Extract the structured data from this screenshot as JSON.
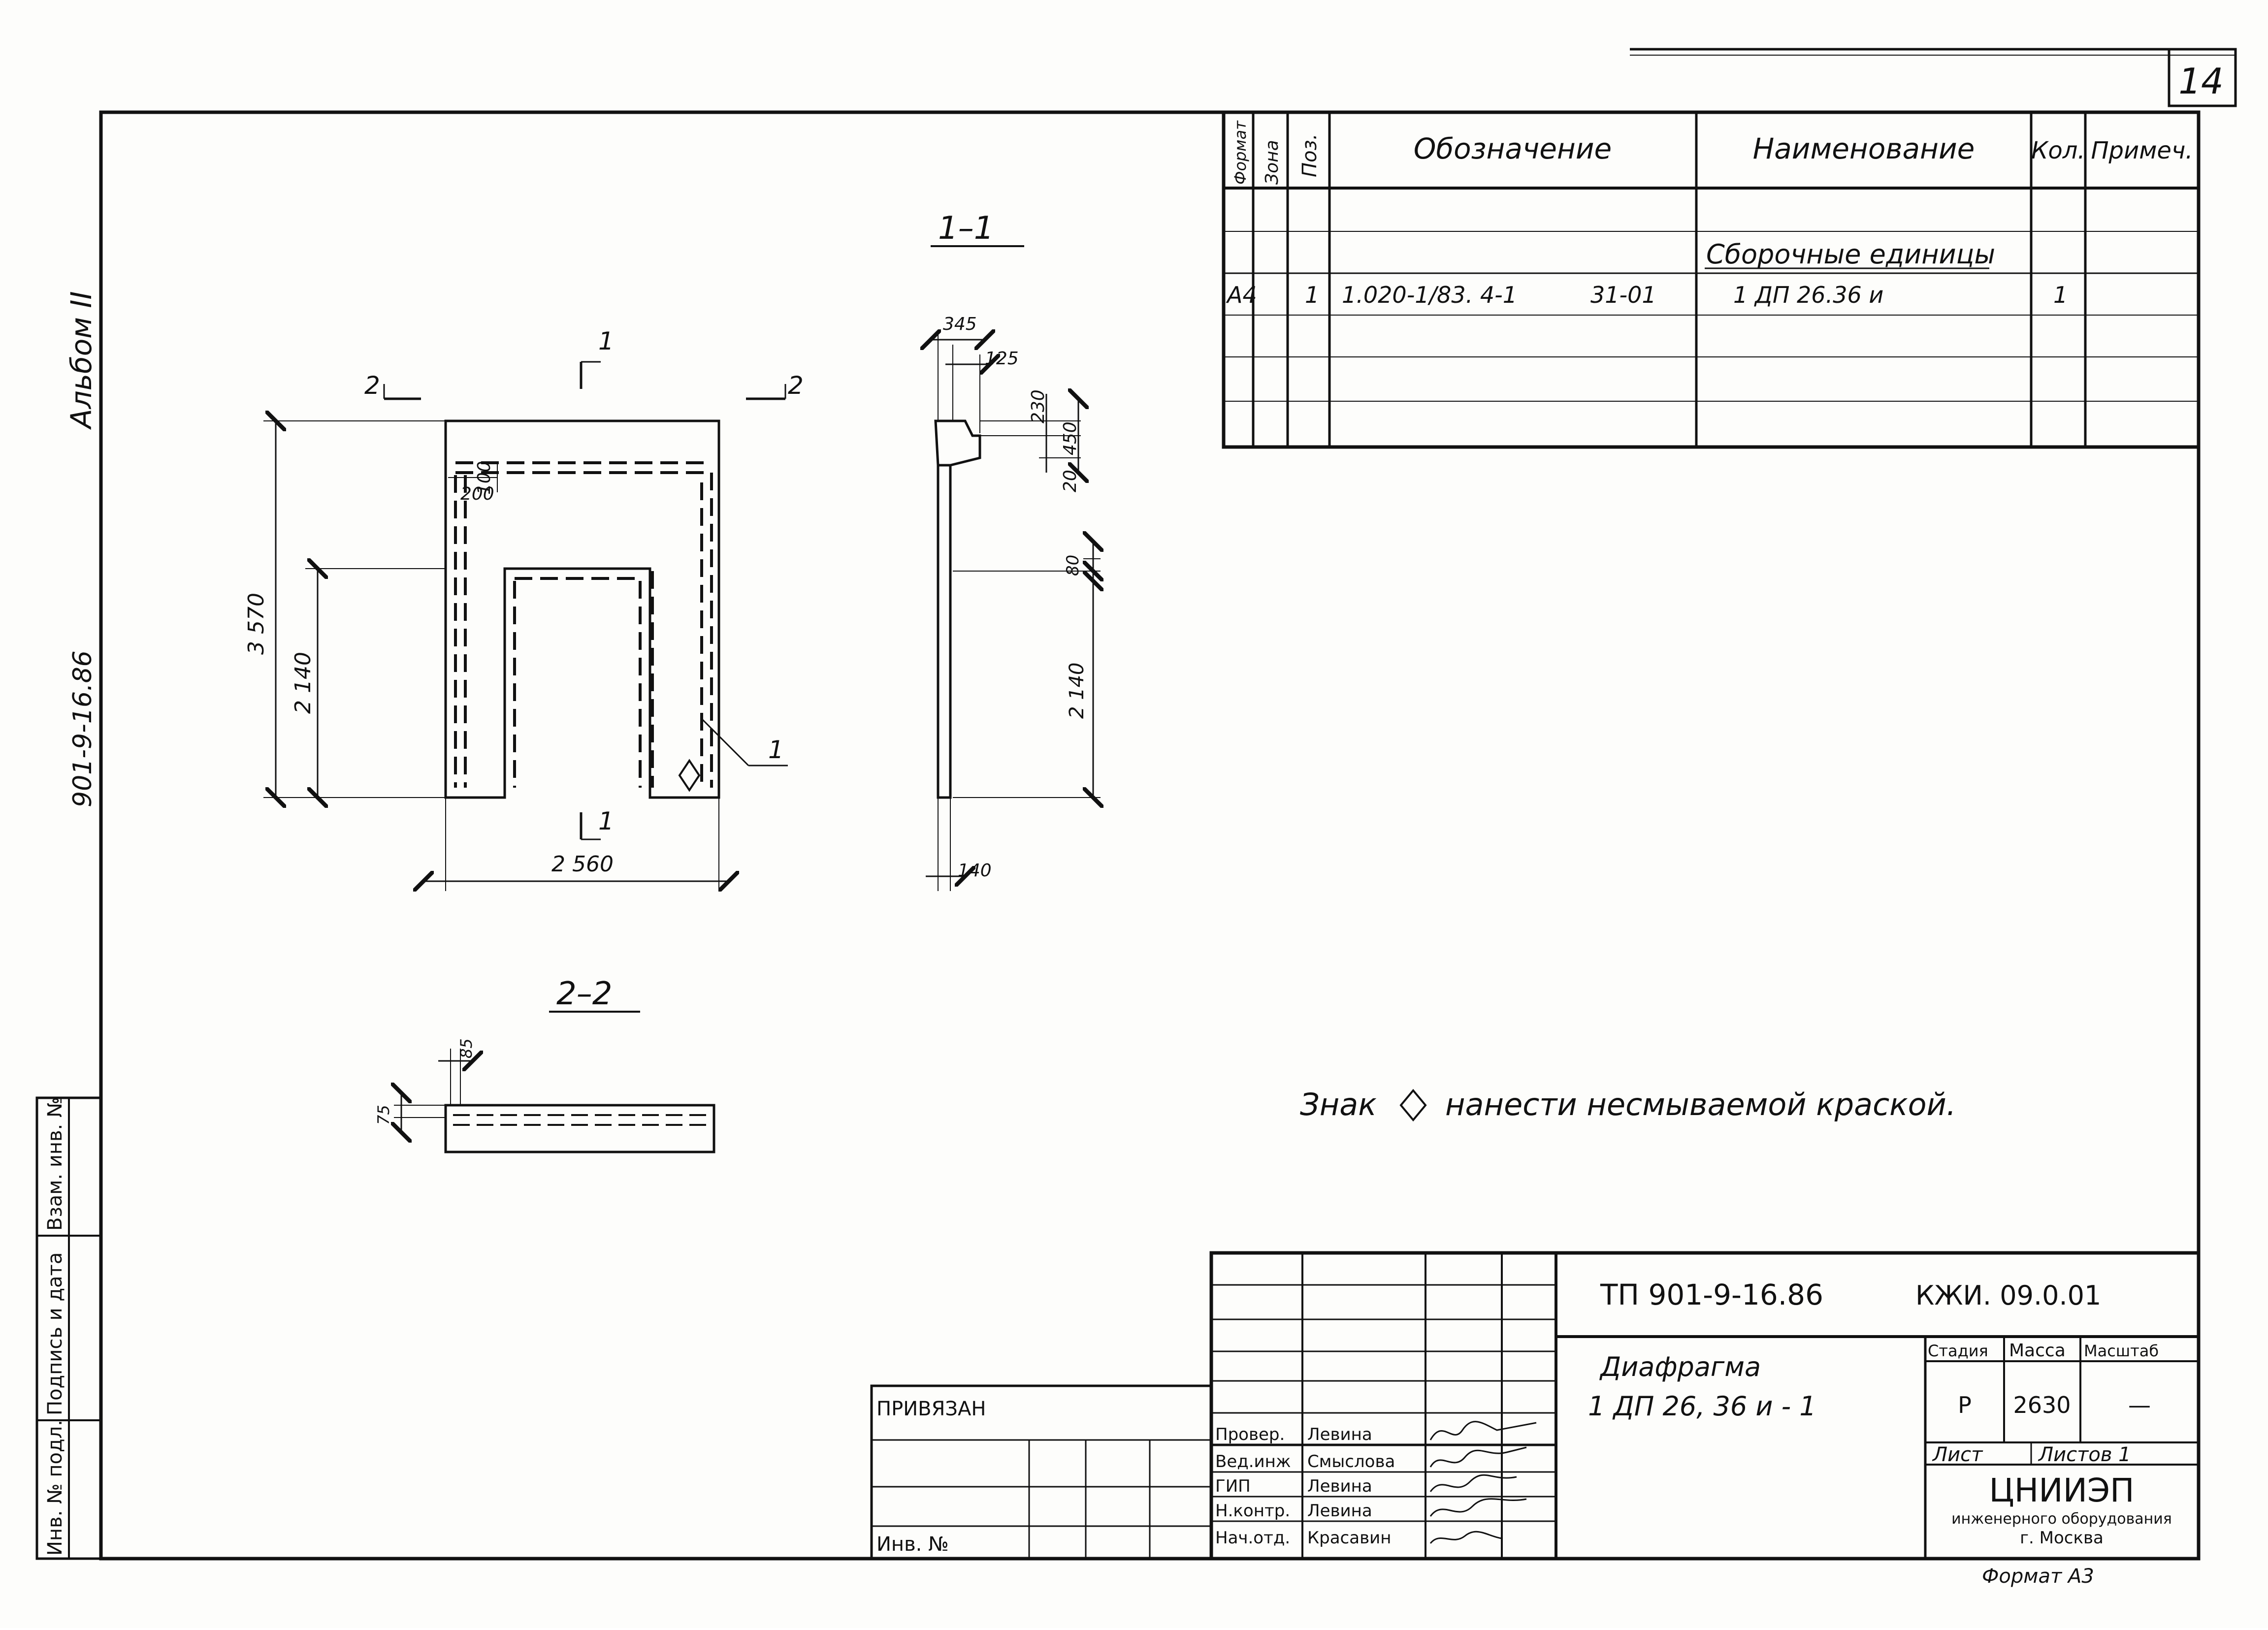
{
  "sheet_number": "14",
  "album_label": "Альбом II",
  "side_code": "901-9-16.86",
  "section_1_1": "1–1",
  "section_2_2": "2–2",
  "plan_marks": {
    "cut2_left": "2",
    "cut2_right": "2",
    "cut1_top": "1",
    "cut1_bottom": "1",
    "leader_1": "1"
  },
  "plan_dims": {
    "height_total": "3 570",
    "opening_height": "2 140",
    "width": "2 560",
    "d200": "200",
    "d100": "100"
  },
  "section1_dims": {
    "d345": "345",
    "d125": "125",
    "d230": "230",
    "d450": "450",
    "d20": "20",
    "d80": "80",
    "d2140": "2 140",
    "d140": "140"
  },
  "section2_dims": {
    "d85": "85",
    "d75": "75"
  },
  "spec": {
    "headers": {
      "format": "Формат",
      "zone": "Зона",
      "pos": "Поз.",
      "designation": "Обозначение",
      "name": "Наименование",
      "qty": "Кол.",
      "note": "Примеч."
    },
    "group_title": "Сборочные единицы",
    "row": {
      "format": "А4",
      "pos": "1",
      "designation_a": "1.020-1/83. 4-1",
      "designation_b": "31-01",
      "name": "1 ДП 26.36 и",
      "qty": "1"
    }
  },
  "note_before": "Знак",
  "note_after": "нанести несмываемой краской.",
  "title_block": {
    "project": "ТП 901-9-16.86",
    "code": "КЖИ. 09.0.01",
    "name_line1": "Диафрагма",
    "name_line2": "1 ДП 26, 36 и - 1",
    "stage_label": "Стадия",
    "mass_label": "Масса",
    "scale_label": "Масштаб",
    "stage": "Р",
    "mass": "2630",
    "scale": "—",
    "sheet_label": "Лист",
    "sheets_label": "Листов 1",
    "org1": "ЦНИИЭП",
    "org2": "инженерного оборудования",
    "org3": "г. Москва",
    "privyazan": "ПРИВЯЗАН",
    "inv_no": "Инв. №",
    "roles": [
      {
        "role": "Провер.",
        "name": "Левина"
      },
      {
        "role": "Вед.инж",
        "name": "Смыслова"
      },
      {
        "role": "ГИП",
        "name": "Левина"
      },
      {
        "role": "Н.контр.",
        "name": "Левина"
      },
      {
        "role": "Нач.отд.",
        "name": "Красавин"
      }
    ]
  },
  "format_label": "Формат А3",
  "side_stamp": {
    "a": "Инв. № подл.",
    "b": "Подпись и дата",
    "c": "Взам. инв. №"
  }
}
